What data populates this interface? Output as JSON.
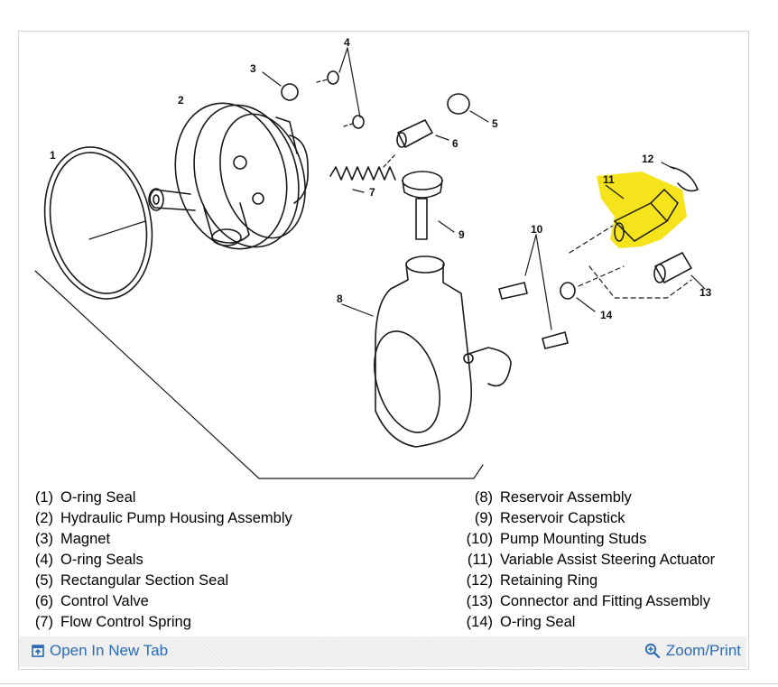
{
  "diagram": {
    "callouts": [
      "1",
      "2",
      "3",
      "4",
      "5",
      "6",
      "7",
      "8",
      "9",
      "10",
      "11",
      "12",
      "13",
      "14"
    ],
    "highlight_color": "#f5e31c"
  },
  "legend": {
    "left": [
      {
        "num": "(1)",
        "label": "O-ring Seal"
      },
      {
        "num": "(2)",
        "label": "Hydraulic Pump Housing Assembly"
      },
      {
        "num": "(3)",
        "label": "Magnet"
      },
      {
        "num": "(4)",
        "label": "O-ring Seals"
      },
      {
        "num": "(5)",
        "label": "Rectangular Section Seal"
      },
      {
        "num": "(6)",
        "label": "Control Valve"
      },
      {
        "num": "(7)",
        "label": "Flow Control Spring"
      }
    ],
    "right": [
      {
        "num": "(8)",
        "label": "Reservoir Assembly"
      },
      {
        "num": "(9)",
        "label": "Reservoir Capstick"
      },
      {
        "num": "(10)",
        "label": "Pump Mounting Studs"
      },
      {
        "num": "(11)",
        "label": "Variable Assist Steering Actuator"
      },
      {
        "num": "(12)",
        "label": "Retaining Ring"
      },
      {
        "num": "(13)",
        "label": "Connector and Fitting Assembly"
      },
      {
        "num": "(14)",
        "label": "O-ring Seal"
      }
    ]
  },
  "footer": {
    "open_tab_label": "Open In New Tab",
    "zoom_label": "Zoom/Print",
    "link_color": "#2a6bb3",
    "open_icon": "open-in-new-tab-icon",
    "zoom_icon": "zoom-magnifier-icon"
  }
}
